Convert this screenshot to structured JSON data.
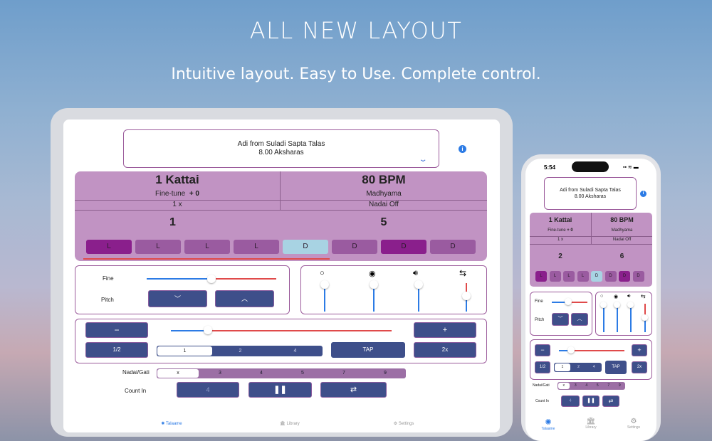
{
  "headline": "ALL NEW LAYOUT",
  "subhead": "Intuitive layout. Easy to Use. Complete control.",
  "colors": {
    "accent_purple": "#c193c3",
    "button_blue": "#3e4f8a",
    "slider_blue": "#2c7be5",
    "slider_red": "#e04a4a"
  },
  "tala": {
    "line1": "Adi from Suladi Sapta Talas",
    "line2": "8.00 Aksharas"
  },
  "kattai": "1 Kattai",
  "finetune_label": "Fine-tune",
  "finetune_value": "+ 0",
  "speed_mult": "1 x",
  "bpm": "80 BPM",
  "kalam": "Madhyama",
  "nadai_status": "Nadai Off",
  "counter_left": "1",
  "counter_right": "5",
  "beats": [
    {
      "label": "L",
      "state": "active"
    },
    {
      "label": "L",
      "state": "normal"
    },
    {
      "label": "L",
      "state": "normal"
    },
    {
      "label": "L",
      "state": "normal"
    },
    {
      "label": "D",
      "state": "current"
    },
    {
      "label": "D",
      "state": "normal"
    },
    {
      "label": "D",
      "state": "active"
    },
    {
      "label": "D",
      "state": "normal"
    }
  ],
  "fine_label": "Fine",
  "pitch_label": "Pitch",
  "fine_slider_value": 0.5,
  "mixer_icons": [
    "circle-icon",
    "radio-icon",
    "speaker-icon",
    "swap-icon"
  ],
  "tempo": {
    "minus": "−",
    "plus": "+",
    "half": "1/2",
    "double": "2x",
    "tap": "TAP",
    "segments": [
      "1",
      "2",
      "4"
    ],
    "selected_segment": "1",
    "slider_value": 0.17
  },
  "nadai_label": "Nadai/Gati",
  "nadai_options": [
    "x",
    "3",
    "4",
    "5",
    "7",
    "9"
  ],
  "nadai_selected": "x",
  "count_in_label": "Count In",
  "count_in_value": "4",
  "tabs": [
    "Talaame",
    "Library",
    "Settings"
  ],
  "phone": {
    "time": "5:54",
    "phone_counter_left": "2",
    "phone_counter_right": "6",
    "beats": [
      "L",
      "L",
      "L",
      "L",
      "D",
      "D",
      "D",
      "D"
    ]
  }
}
